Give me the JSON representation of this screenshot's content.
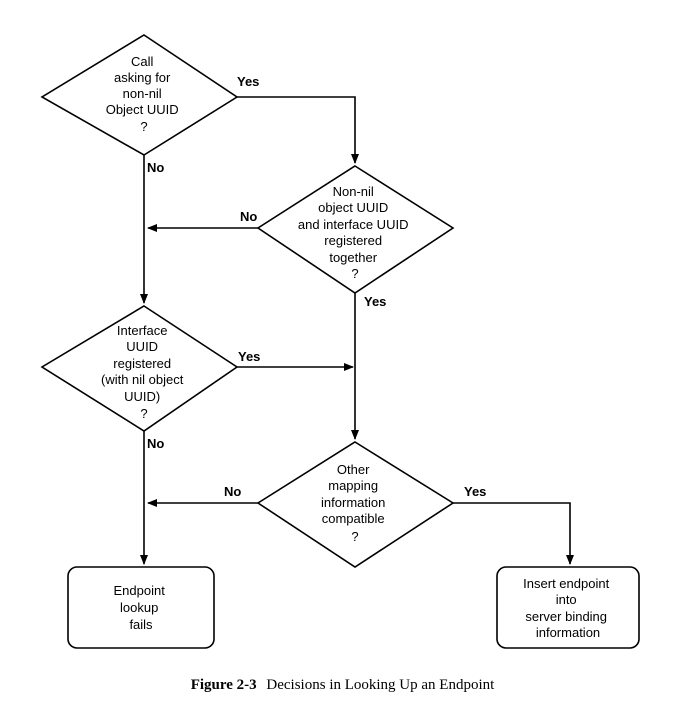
{
  "nodes": {
    "d1": {
      "lines": [
        "Call",
        "asking for",
        "non-nil",
        "Object UUID",
        "?"
      ]
    },
    "d2": {
      "lines": [
        "Non-nil",
        "object UUID",
        "and interface UUID",
        "registered",
        "together",
        "?"
      ]
    },
    "d3": {
      "lines": [
        "Interface",
        "UUID",
        "registered",
        "(with nil object",
        "UUID)",
        "?"
      ]
    },
    "d4": {
      "lines": [
        "Other",
        "mapping",
        "information",
        "compatible",
        "?"
      ]
    },
    "t1": {
      "lines": [
        "Endpoint",
        "lookup",
        "fails"
      ]
    },
    "t2": {
      "lines": [
        "Insert endpoint",
        "into",
        "server binding",
        "information"
      ]
    }
  },
  "edges": {
    "d1_yes": "Yes",
    "d1_no": "No",
    "d2_no": "No",
    "d2_yes": "Yes",
    "d3_yes": "Yes",
    "d3_no": "No",
    "d4_no": "No",
    "d4_yes": "Yes"
  },
  "caption": {
    "label": "Figure 2-3",
    "title": "Decisions in Looking Up an Endpoint"
  }
}
